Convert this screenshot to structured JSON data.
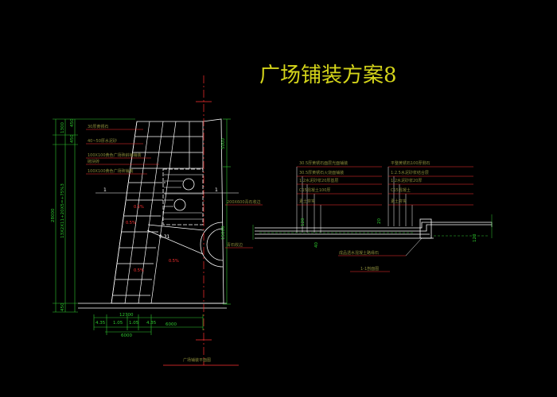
{
  "drawing": {
    "title": "广场铺装方案8",
    "plan_caption": "广场铺装平面图",
    "section_caption": "1-1剖面图",
    "section_marker": "1",
    "colors": {
      "background": "#000000",
      "title": "#d4d41a",
      "dimension": "#2ec82e",
      "outline": "#ffffff",
      "leader": "#ff3030",
      "note": "#8a8a3a"
    },
    "plan_notes": [
      "30厚黄锈石",
      "40~50厚水泥砂",
      "100X100黄色广场砖斜铺铺装",
      "砌块砖",
      "100X100黄色广场砖铺装"
    ],
    "plan_dims": {
      "left_total": "28000",
      "left_segments": [
        "1300",
        "450",
        "450",
        "450"
      ],
      "left_sub": "13X2X11+20X5=+75%3",
      "right_top": "5000",
      "right_mid": "15000",
      "bottom": [
        "4.35",
        "1.05",
        "1.05",
        "4.35"
      ],
      "bottom_total": "6000",
      "bottom_left": "6000",
      "bottom_mid": "12700"
    },
    "plan_slopes": [
      "0.5%",
      "0.5%",
      "0.5%",
      "0.5%",
      "0.31"
    ],
    "plan_leaders": [
      "200X600青石收边",
      "青石收边"
    ],
    "section_notes_left": [
      "30.5厚黄锈石面层光面铺装",
      "30.5厚黄锈石火烧面铺装",
      "1:2水泥砂浆20厚基层",
      "C15混凝土100厚",
      "素土夯实"
    ],
    "section_notes_right": [
      "平整黄锈石100厚侧石",
      "1:2.5水泥砂浆结合层",
      "1:2水泥砂浆20厚",
      "C15混凝土",
      "素土夯实"
    ],
    "section_dims": [
      "120",
      "40",
      "20",
      "120"
    ],
    "section_leader": "成品透水混凝土路缘石"
  }
}
